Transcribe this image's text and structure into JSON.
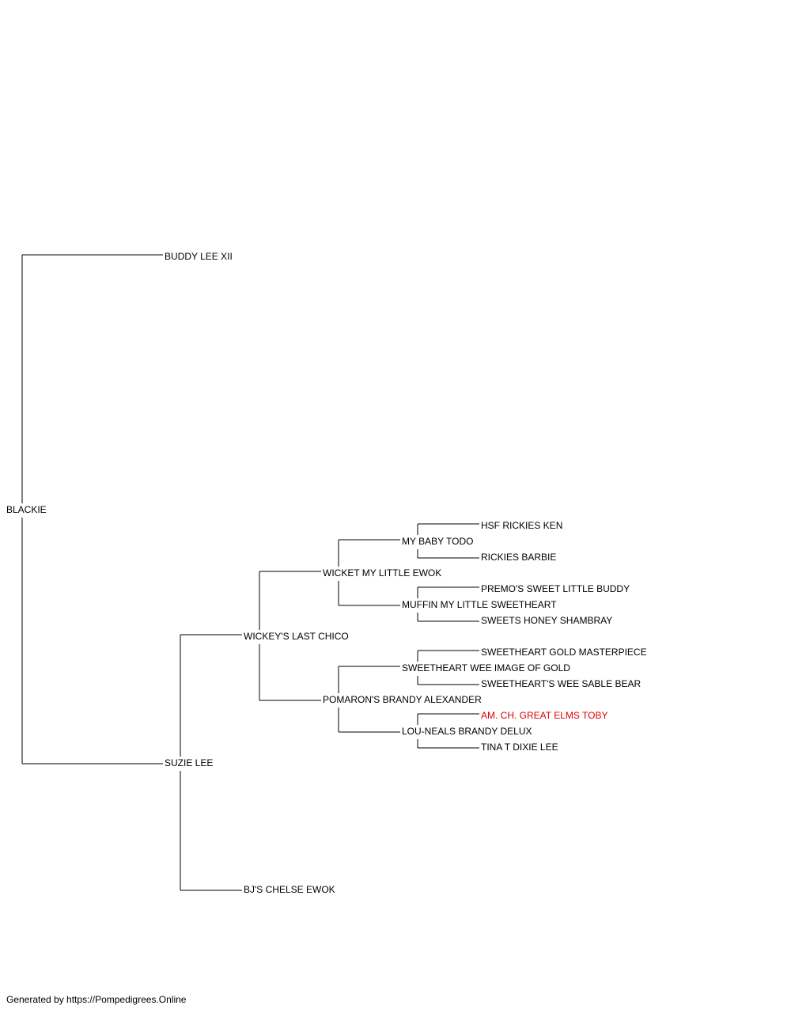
{
  "pedigree": {
    "subject": "BLACKIE",
    "sire": "BUDDY LEE XII",
    "dam": "SUZIE LEE",
    "dam_sire": "WICKEY'S LAST CHICO",
    "dam_dam": "BJ'S CHELSE EWOK",
    "dam_sire_sire": "WICKET MY LITTLE EWOK",
    "dam_sire_dam": "POMARON'S BRANDY ALEXANDER",
    "dam_sire_sire_sire": "MY BABY TODO",
    "dam_sire_sire_dam": "MUFFIN MY LITTLE SWEETHEART",
    "dam_sire_dam_sire": "SWEETHEART WEE IMAGE OF GOLD",
    "dam_sire_dam_dam": "LOU-NEALS BRANDY DELUX",
    "dam_sire_sire_sire_sire": "HSF RICKIES KEN",
    "dam_sire_sire_sire_dam": "RICKIES BARBIE",
    "dam_sire_sire_dam_sire": "PREMO'S SWEET LITTLE BUDDY",
    "dam_sire_sire_dam_dam": "SWEETS HONEY SHAMBRAY",
    "dam_sire_dam_sire_sire": "SWEETHEART GOLD MASTERPIECE",
    "dam_sire_dam_sire_dam": "SWEETHEART'S WEE SABLE BEAR",
    "dam_sire_dam_dam_sire": "AM. CH. GREAT ELMS TOBY",
    "dam_sire_dam_dam_dam": "TINA T DIXIE LEE"
  },
  "highlight_color": "#dd0000",
  "footer": "Generated by https://Pompedigrees.Online"
}
